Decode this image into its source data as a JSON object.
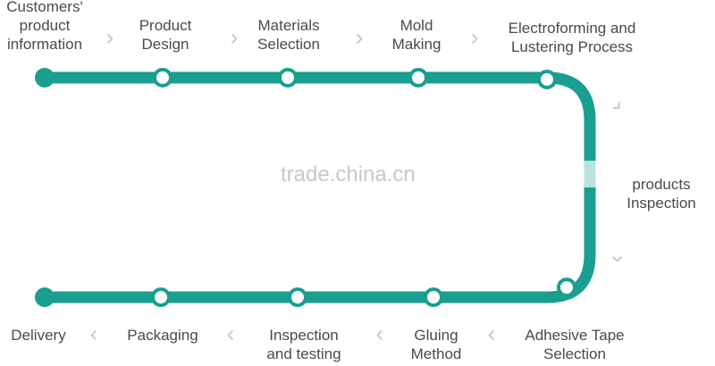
{
  "colors": {
    "track": "#1a9e8f",
    "text": "#4a4a4a",
    "arrow": "#c4c4c4"
  },
  "top_steps": [
    {
      "line1": "Customers'",
      "line2": "product",
      "line3": "information"
    },
    {
      "line1": "Product",
      "line2": "Design"
    },
    {
      "line1": "Materials",
      "line2": "Selection"
    },
    {
      "line1": "Mold",
      "line2": "Making"
    },
    {
      "line1": "Electroforming and",
      "line2": "Lustering Process"
    }
  ],
  "side_step": {
    "line1": "products",
    "line2": "Inspection"
  },
  "bottom_steps": [
    {
      "line1": "Adhesive Tape",
      "line2": "Selection"
    },
    {
      "line1": "Gluing",
      "line2": "Method"
    },
    {
      "line1": "Inspection",
      "line2": "and testing"
    },
    {
      "line1": "Packaging"
    },
    {
      "line1": "Delivery"
    }
  ],
  "watermark": "trade.china.cn"
}
